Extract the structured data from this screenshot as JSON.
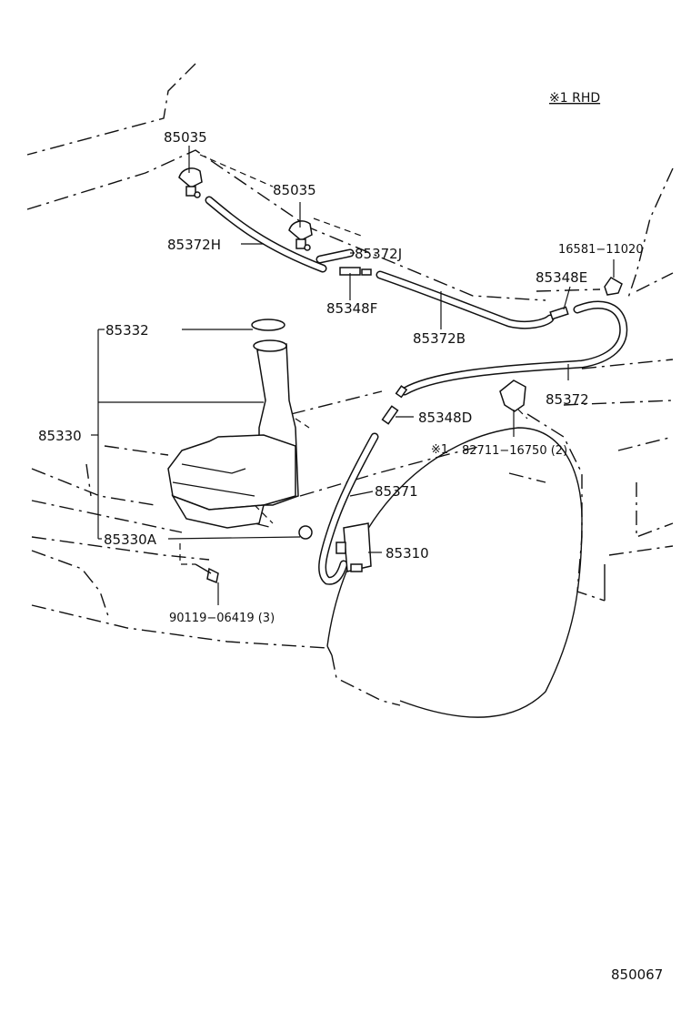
{
  "note": "※1 RHD",
  "figure_number": "850067",
  "labels": {
    "nozzle_1": "85035",
    "nozzle_2": "85035",
    "hose_h": "85372H",
    "hose_j": "85372J",
    "joint_f": "85348F",
    "hose_b": "85372B",
    "joint_e": "85348E",
    "clip_top": "16581−11020",
    "cap": "85332",
    "tank_assy": "85330",
    "hose_main": "85372",
    "joint_d": "85348D",
    "rhd_mark": "※1",
    "clamp": "82711−16750 (2)",
    "hose_pump": "85371",
    "tank_lower": "85330A",
    "pump": "85310",
    "bolt": "90119−06419 (3)"
  }
}
